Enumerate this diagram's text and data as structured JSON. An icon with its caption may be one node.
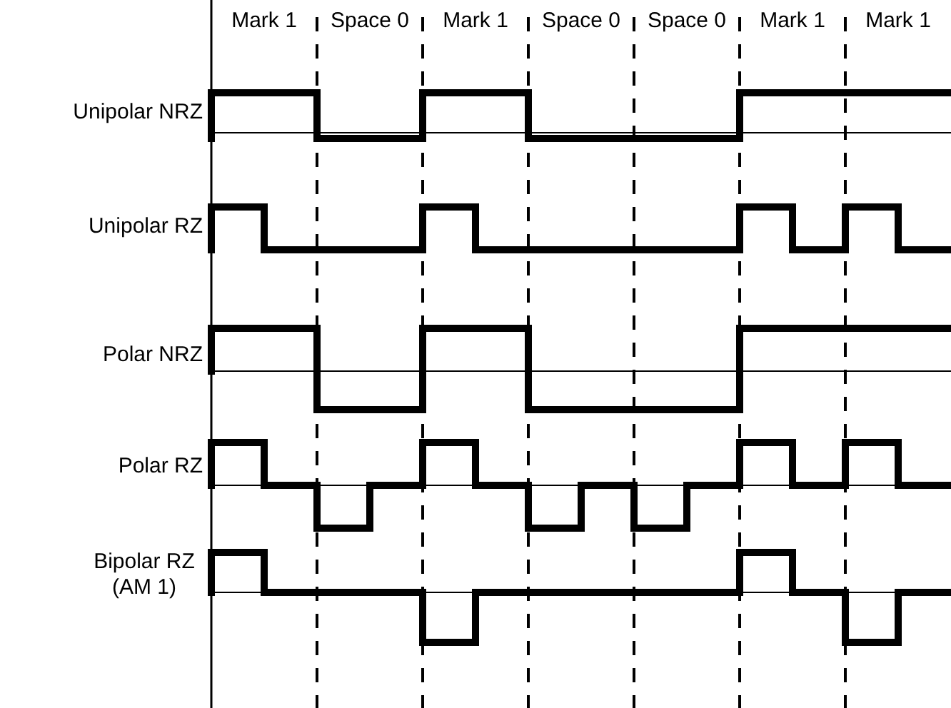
{
  "diagram": {
    "labels": [
      "Mark 1",
      "Space 0",
      "Mark 1",
      "Space 0",
      "Space 0",
      "Mark 1",
      "Mark 1",
      "Unipolar NRZ",
      "Unipolar RZ",
      "Polar NRZ",
      "Polar RZ",
      "Bipolar RZ (AM 1)"
    ]
  }
}
